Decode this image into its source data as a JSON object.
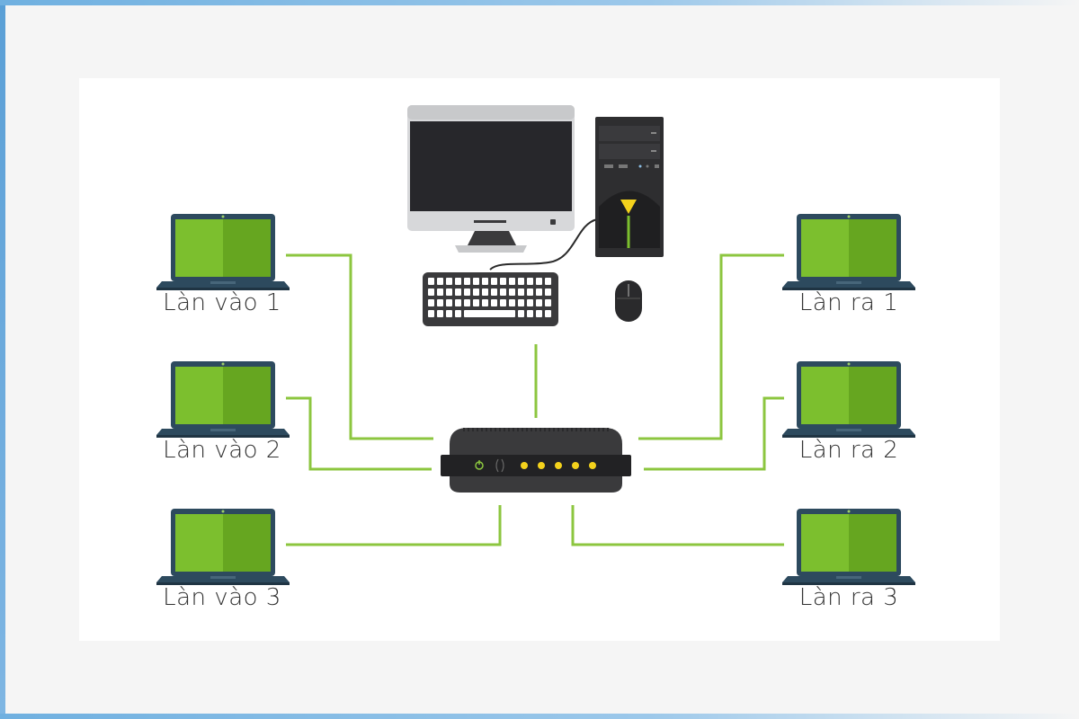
{
  "colors": {
    "background": "#f5f5f5",
    "panel": "#ffffff",
    "link_line": "#8cc63f",
    "screen_green": "#7cbf2e",
    "screen_green_dark": "#66a620",
    "device_dark": "#3a3a3c",
    "led": "#f4d21c",
    "frame_accent": "#5a9fd6"
  },
  "labels": {
    "in_1": "Làn vào 1",
    "in_2": "Làn vào 2",
    "in_3": "Làn vào 3",
    "out_1": "Làn ra 1",
    "out_2": "Làn ra 2",
    "out_3": "Làn ra 3"
  },
  "icons": {
    "laptop": "laptop-icon",
    "monitor": "monitor-icon",
    "tower": "pc-tower-icon",
    "keyboard": "keyboard-icon",
    "mouse": "mouse-icon",
    "switch": "network-switch-icon",
    "power": "power-icon"
  }
}
